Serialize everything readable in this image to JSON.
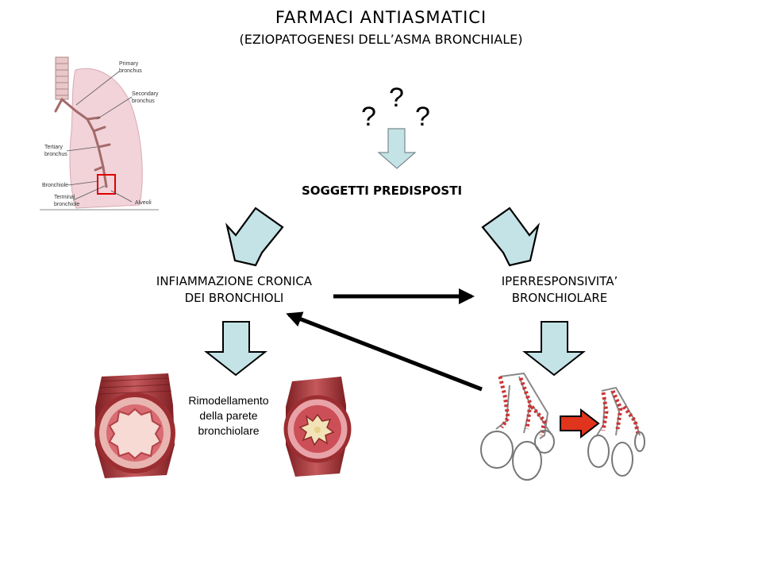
{
  "title": "FARMACI ANTIASMATICI",
  "subtitle": "(EZIOPATOGENESI DELL’ASMA BRONCHIALE)",
  "question_marks": [
    "?",
    "?",
    "?"
  ],
  "predisposed": "SOGGETTI PREDISPOSTI",
  "inflammation": {
    "line1": "INFIAMMAZIONE CRONICA",
    "line2": "DEI BRONCHIOLI"
  },
  "hyperresponsiveness": {
    "line1": "IPERRESPONSIVITA’",
    "line2": "BRONCHIOLARE"
  },
  "remodeling": {
    "line1": "Rimodellamento",
    "line2": "della parete",
    "line3": "bronchiolare"
  },
  "lung_labels": {
    "primary": [
      "Primary",
      "bronchus"
    ],
    "secondary": [
      "Secondary",
      "bronchus"
    ],
    "tertiary": [
      "Tertiary",
      "bronchus"
    ],
    "bronchiole": "Bronchiole",
    "terminal": [
      "Terminal",
      "bronchiole"
    ],
    "alveoli": "Alveoli"
  },
  "colors": {
    "arrow_fill": "#c4e3e6",
    "arrow_stroke": "#7a8a8c",
    "lung_pink": "#f1d3d9",
    "highlight_box": "#e00000",
    "wall_red": "#9c2e31",
    "inner_pink": "#f3b2b5",
    "small_red_arrow": "#e0341c"
  }
}
